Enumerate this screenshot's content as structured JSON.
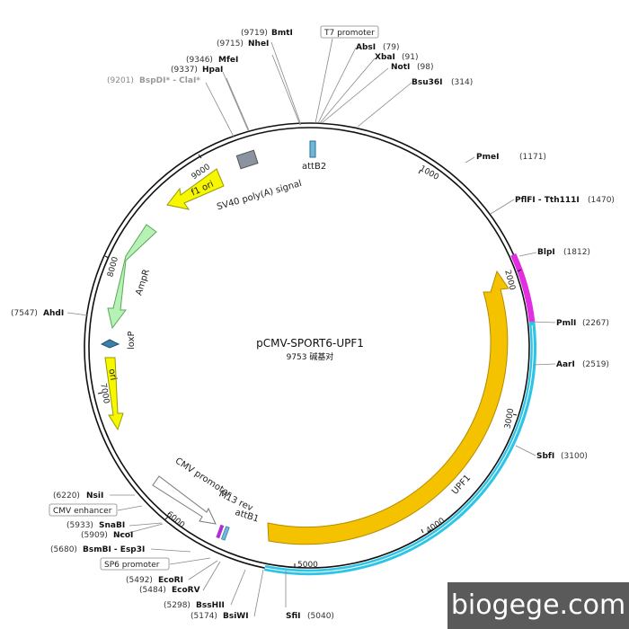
{
  "plasmid": {
    "name": "pCMV-SPORT6-UPF1",
    "size_label": "9753 碱基对",
    "length_bp": 9753
  },
  "scale_ticks": [
    "1000",
    "2000",
    "3000",
    "4000",
    "5000",
    "6000",
    "7000",
    "8000",
    "9000"
  ],
  "sites": [
    {
      "name": "BmtI",
      "pos": "(9719)"
    },
    {
      "name": "NheI",
      "pos": "(9715)"
    },
    {
      "name": "MfeI",
      "pos": "(9346)"
    },
    {
      "name": "HpaI",
      "pos": "(9337)"
    },
    {
      "name": "BspDI* - ClaI*",
      "pos": "(9201)"
    },
    {
      "name": "AbsI",
      "pos": "(79)"
    },
    {
      "name": "XbaI",
      "pos": "(91)"
    },
    {
      "name": "NotI",
      "pos": "(98)"
    },
    {
      "name": "Bsu36I",
      "pos": "(314)"
    },
    {
      "name": "PmeI",
      "pos": "(1171)"
    },
    {
      "name": "PflFI - Tth111I",
      "pos": "(1470)"
    },
    {
      "name": "BlpI",
      "pos": "(1812)"
    },
    {
      "name": "PmlI",
      "pos": "(2267)"
    },
    {
      "name": "AarI",
      "pos": "(2519)"
    },
    {
      "name": "SbfI",
      "pos": "(3100)"
    },
    {
      "name": "AhdI",
      "pos": "(7547)"
    },
    {
      "name": "NsiI",
      "pos": "(6220)"
    },
    {
      "name": "SnaBI",
      "pos": "(5933)"
    },
    {
      "name": "NcoI",
      "pos": "(5909)"
    },
    {
      "name": "BsmBI - Esp3I",
      "pos": "(5680)"
    },
    {
      "name": "EcoRI",
      "pos": "(5492)"
    },
    {
      "name": "EcoRV",
      "pos": "(5484)"
    },
    {
      "name": "BssHII",
      "pos": "(5298)"
    },
    {
      "name": "BsiWI",
      "pos": "(5174)"
    },
    {
      "name": "SfiI",
      "pos": "(5040)"
    }
  ],
  "boxed_labels": {
    "t7": "T7 promoter",
    "cmv_enhancer": "CMV enhancer",
    "sp6": "SP6 promoter"
  },
  "features": {
    "sv40": "SV40 poly(A) signal",
    "attb2": "attB2",
    "f1_ori": "f1 ori",
    "ampr": "AmpR",
    "loxp": "loxP",
    "ori": "ori",
    "cmv_promoter": "CMV promoter",
    "m13_rev": "M13 rev",
    "attb1": "attB1",
    "upf1": "UPF1"
  },
  "colors": {
    "backbone": "#111111",
    "insert_cyan": "#2ec4e6",
    "insert_magenta": "#e02ee0",
    "upf1": "#f5c200",
    "f1_ori": "#f7f700",
    "ampr": "#b6f2b6",
    "ori": "#f7f700",
    "sv40": "#8c93a0"
  },
  "watermark": "biogege.com"
}
